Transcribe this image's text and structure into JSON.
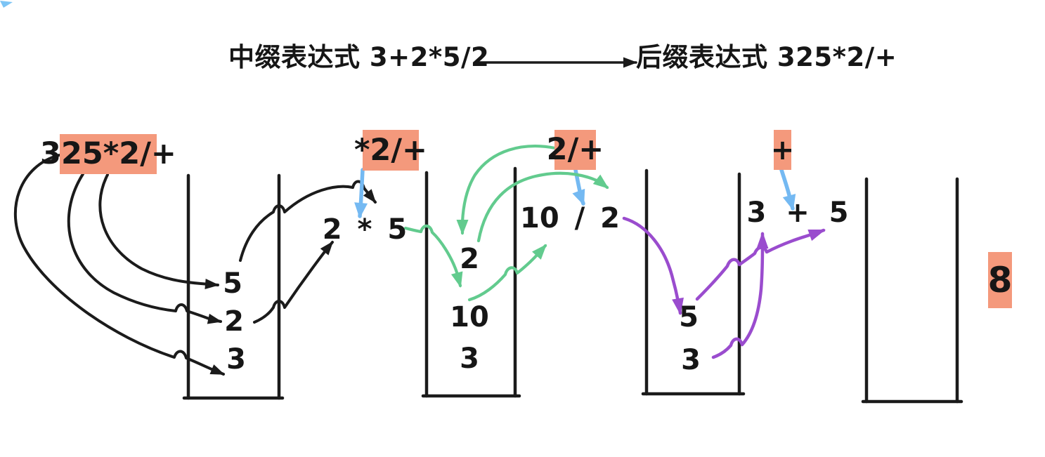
{
  "header": {
    "infix_title": "中缀表达式 3+2*5/2",
    "postfix_title": "后缀表达式 325*2/+"
  },
  "colors": {
    "highlight": "#F4997C",
    "ink": "#1b1b1b",
    "green": "#62CB8E",
    "purple": "#9A4CCE",
    "blue": "#74B9F2"
  },
  "steps": [
    {
      "pending_tokens": "325*2/+"
    },
    {
      "pending_tokens": "*2/+",
      "operation": "2 * 5"
    },
    {
      "pending_tokens": "2/+",
      "operation": "10 / 2"
    },
    {
      "pending_tokens": "+",
      "operation": "3 + 5"
    }
  ],
  "stacks": [
    {
      "items": [
        "5",
        "2",
        "3"
      ]
    },
    {
      "items": [
        "2",
        "10",
        "3"
      ]
    },
    {
      "items": [
        "5",
        "3"
      ]
    },
    {
      "items": []
    }
  ],
  "result": {
    "value": "8"
  }
}
